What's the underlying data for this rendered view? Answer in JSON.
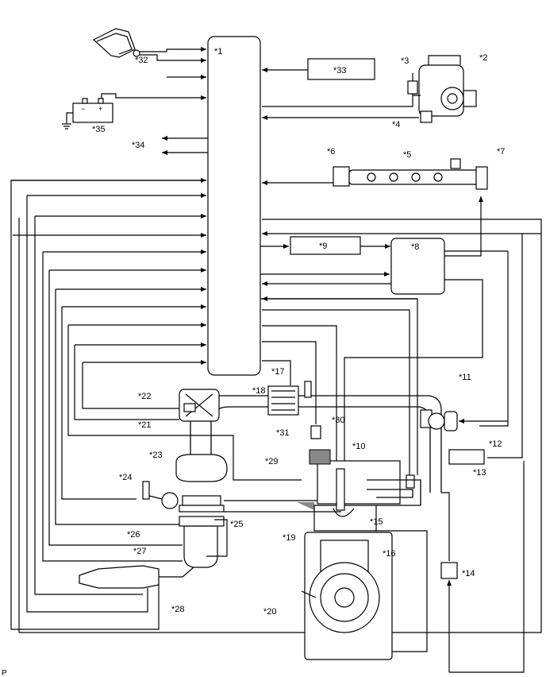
{
  "diagram": {
    "labels": {
      "ecm": "*1",
      "supply_pump": "*2",
      "suction_control_valve": "*3",
      "fuel_temp_sensor": "*4",
      "common_rail": "*5",
      "fuel_pressure_sensor": "*6",
      "pressure_discharge_valve": "*7",
      "edu": "*8",
      "relay_box": "*9",
      "injector": "*10",
      "throttle_body": "*11",
      "vsv": "*12",
      "egr_valve": "*13",
      "box_14": "*14",
      "cylinder_head": "*15",
      "coolant_sensor": "*16",
      "map_sensor": "*17",
      "intercooler": "*18",
      "glow_plug": "*19",
      "crank_sensor": "*20",
      "maf_sensor": "*21",
      "air_cleaner": "*22",
      "turbo": "*23",
      "boost_sensor": "*24",
      "exhaust_temp_sensor": "*25",
      "oxygen_sensor": "*26",
      "dpf_sensor": "*27",
      "exhaust_sensor_2": "*28",
      "intake_sensor": "*29",
      "vacuum_sensor": "*30",
      "egr_cooler": "*31",
      "accel_pedal": "*32",
      "box_33": "*33",
      "outputs": "*34",
      "battery": "*35"
    },
    "corner_mark": "P"
  }
}
